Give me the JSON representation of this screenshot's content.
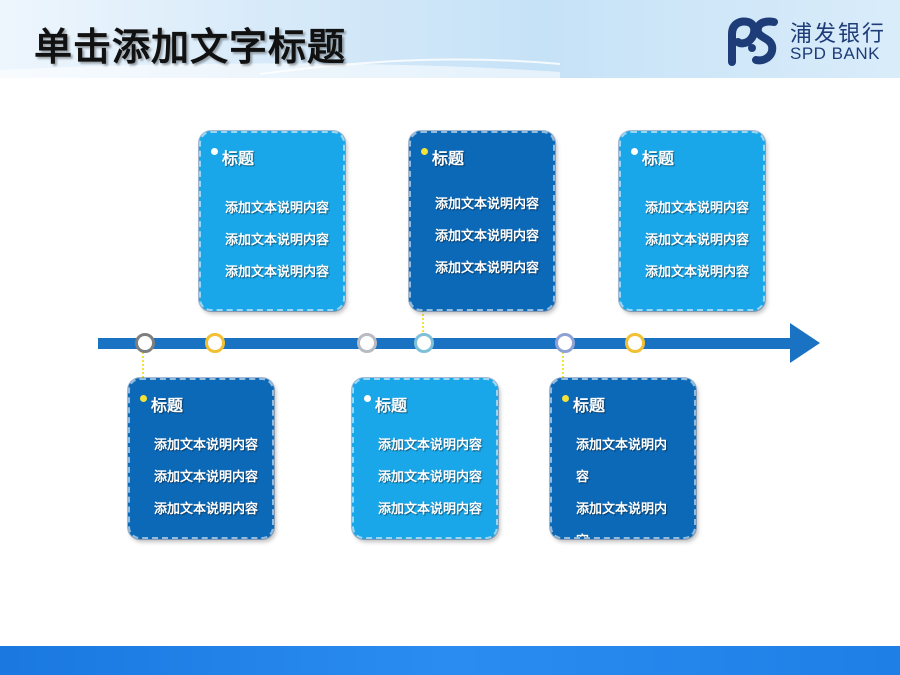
{
  "header": {
    "title": "单击添加文字标题",
    "logo": {
      "name_cn": "浦发银行",
      "name_en": "SPD BANK",
      "brand_color": "#1e3c78"
    }
  },
  "colors": {
    "timeline": "#1a72c2",
    "card_light": "#1aa7ea",
    "card_dark": "#0c69b8",
    "footer": "#1e7fe6"
  },
  "timeline": {
    "nodes": [
      {
        "color": "#7f7f7f"
      },
      {
        "color": "#f2c032"
      },
      {
        "color": "#b8bcc2"
      },
      {
        "color": "#7ec0d8"
      },
      {
        "color": "#8fa2d6"
      },
      {
        "color": "#f2c032"
      }
    ]
  },
  "cards": [
    {
      "position": "top",
      "theme": "light",
      "title": "标题",
      "lines": [
        "添加文本说明内容",
        "添加文本说明内容",
        "添加文本说明内容"
      ]
    },
    {
      "position": "top",
      "theme": "dark",
      "title": "标题",
      "lines": [
        "添加文本说明内容",
        "添加文本说明内容",
        "添加文本说明内容"
      ]
    },
    {
      "position": "top",
      "theme": "light",
      "title": "标题",
      "lines": [
        "添加文本说明内容",
        "添加文本说明内容",
        "添加文本说明内容"
      ]
    },
    {
      "position": "bottom",
      "theme": "dark",
      "title": "标题",
      "lines": [
        "添加文本说明内容",
        "添加文本说明内容",
        "添加文本说明内容"
      ]
    },
    {
      "position": "bottom",
      "theme": "light",
      "title": "标题",
      "lines": [
        "添加文本说明内容",
        "添加文本说明内容",
        "添加文本说明内容"
      ]
    },
    {
      "position": "bottom",
      "theme": "dark",
      "title": "标题",
      "lines": [
        "添加文本说明内容",
        "添加文本说明内容"
      ]
    }
  ]
}
